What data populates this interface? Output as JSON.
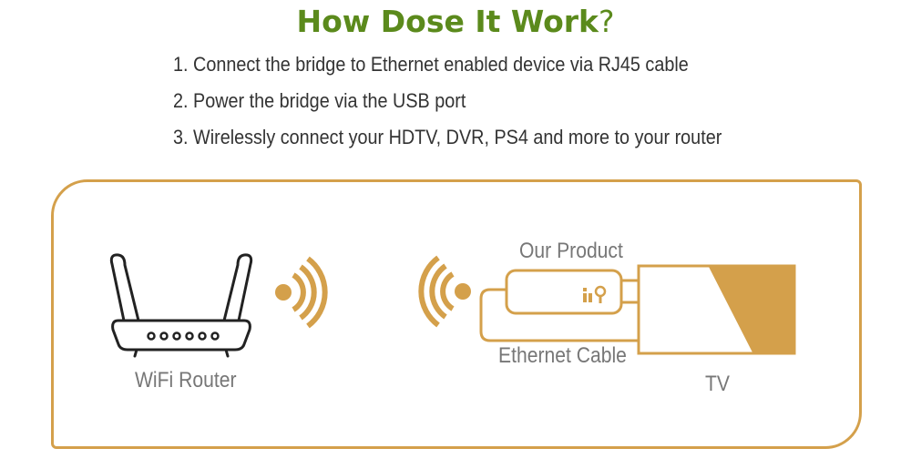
{
  "title": {
    "text": "How Dose It Work",
    "mark": "?"
  },
  "steps": [
    "1. Connect the bridge to Ethernet enabled device via RJ45 cable",
    "2. Power the bridge via the USB port",
    "3. Wirelessly connect your HDTV, DVR, PS4 and more to your router"
  ],
  "diagram": {
    "router_label": "WiFi Router",
    "product_label": "Our Product",
    "cable_label": "Ethernet Cable",
    "tv_label": "TV"
  },
  "colors": {
    "accent": "#d4a04b",
    "title": "#5b8a1c",
    "text": "#333333",
    "label": "#777777"
  }
}
